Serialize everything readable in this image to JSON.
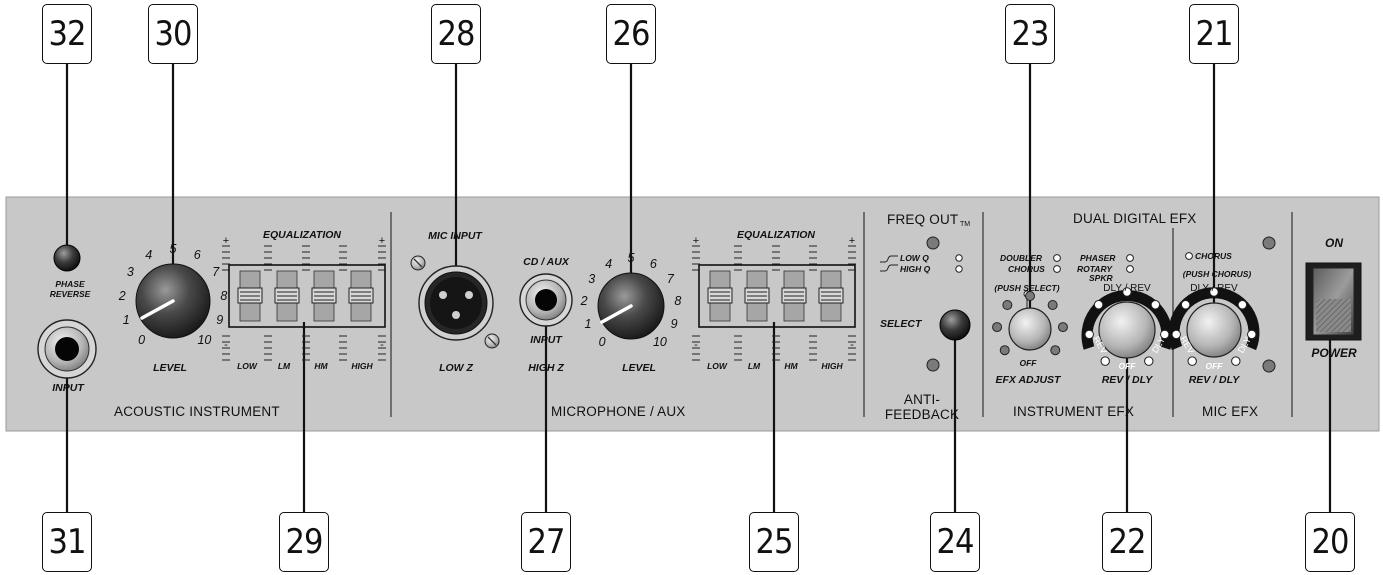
{
  "callouts": {
    "top": [
      "32",
      "30",
      "28",
      "26",
      "23",
      "21"
    ],
    "bottom": [
      "31",
      "29",
      "27",
      "25",
      "24",
      "22",
      "20"
    ]
  },
  "sections": {
    "acoustic_instrument": "ACOUSTIC INSTRUMENT",
    "microphone_aux": "MICROPHONE / AUX",
    "anti_feedback": [
      "ANTI-",
      "FEEDBACK"
    ],
    "freq_out": "FREQ OUT",
    "freq_out_tm": "TM",
    "dual_digital_efx": "DUAL DIGITAL EFX",
    "instrument_efx": "INSTRUMENT EFX",
    "mic_efx": "MIC EFX"
  },
  "acoustic": {
    "phase_reverse": [
      "PHASE",
      "REVERSE"
    ],
    "input": "INPUT",
    "level": "LEVEL",
    "level_numbers": [
      "0",
      "1",
      "2",
      "3",
      "4",
      "5",
      "6",
      "7",
      "8",
      "9",
      "10"
    ],
    "equalization": "EQUALIZATION",
    "eq_bands": [
      "LOW",
      "LM",
      "HM",
      "HIGH"
    ],
    "eq_plus": "+",
    "eq_minus": "-"
  },
  "mic": {
    "mic_input": "MIC INPUT",
    "low_z": "LOW Z",
    "cd_aux": "CD / AUX",
    "input": "INPUT",
    "high_z": "HIGH Z",
    "level": "LEVEL",
    "level_numbers": [
      "0",
      "1",
      "2",
      "3",
      "4",
      "5",
      "6",
      "7",
      "8",
      "9",
      "10"
    ],
    "equalization": "EQUALIZATION",
    "eq_bands": [
      "LOW",
      "LM",
      "HM",
      "HIGH"
    ]
  },
  "feedback": {
    "low_q": "LOW Q",
    "high_q": "HIGH Q",
    "select": "SELECT"
  },
  "instrument_efx": {
    "doubler": "DOUBLER",
    "chorus": "CHORUS",
    "phaser": "PHASER",
    "rotary_spkr": [
      "ROTARY",
      "SPKR"
    ],
    "push_select": "(PUSH SELECT)",
    "off": "OFF",
    "efx_adjust": "EFX ADJUST",
    "rev_dly": "REV / DLY",
    "dly_rev_arc": "DLY / REV",
    "rev": "REV",
    "dly": "DLY",
    "knob_off": "OFF"
  },
  "mic_efx": {
    "chorus": "CHORUS",
    "push_chorus": "(PUSH CHORUS)",
    "rev_dly": "REV / DLY",
    "dly_rev_arc": "DLY / REV",
    "rev": "REV",
    "dly": "DLY",
    "off": "OFF"
  },
  "power": {
    "on": "ON",
    "power": "POWER"
  },
  "colors": {
    "panel": "#c9c9c9",
    "panel_dark": "#8a8a8a",
    "knob": "#3a3a3a",
    "ink": "#111111"
  }
}
